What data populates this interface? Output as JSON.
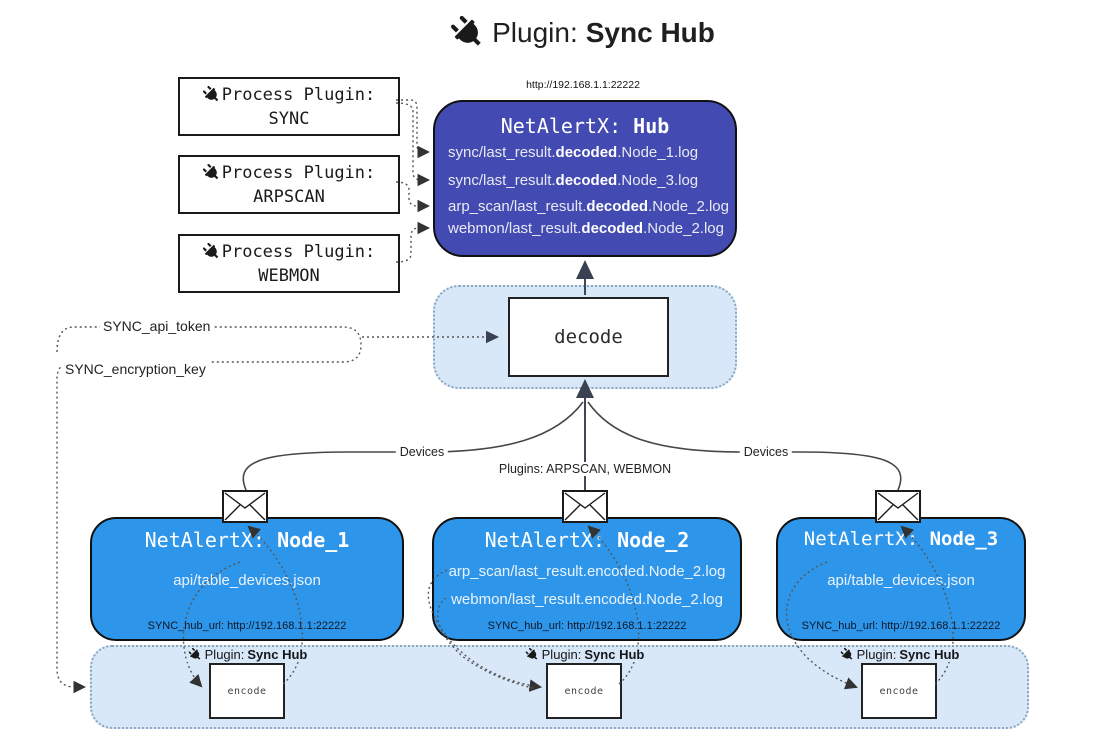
{
  "colors": {
    "hub_fill": "#434BB2",
    "node_fill": "#2E96EA",
    "panel_fill": "#D9E8F8",
    "panel_border": "#88A6C2"
  },
  "title": {
    "prefix": "Plugin:",
    "name": "Sync Hub"
  },
  "process_plugins": {
    "label": "Process Plugin:",
    "items": [
      {
        "name": "SYNC"
      },
      {
        "name": "ARPSCAN"
      },
      {
        "name": "WEBMON"
      }
    ]
  },
  "hub": {
    "url": "http://192.168.1.1:22222",
    "title_prefix": "NetAlertX: ",
    "title_name": "Hub",
    "lines": [
      {
        "pre": "sync/last_result.",
        "bold": "decoded",
        "post": ".Node_1.log"
      },
      {
        "pre": "sync/last_result.",
        "bold": "decoded",
        "post": ".Node_3.log"
      },
      {
        "pre": "arp_scan/last_result.",
        "bold": "decoded",
        "post": ".Node_2.log"
      },
      {
        "pre": "webmon/last_result.",
        "bold": "decoded",
        "post": ".Node_2.log"
      }
    ]
  },
  "decode": {
    "label": "decode"
  },
  "encode": {
    "label": "encode",
    "plugin_prefix": "Plugin: ",
    "plugin_name": "Sync Hub"
  },
  "settings": {
    "api_token": "SYNC_api_token",
    "encryption_key": "SYNC_encryption_key"
  },
  "edges": {
    "devices_left": "Devices",
    "devices_right": "Devices",
    "plugins": "Plugins: ARPSCAN, WEBMON"
  },
  "nodes": [
    {
      "title_prefix": "NetAlertX: ",
      "title_name": "Node_1",
      "lines": [
        "api/table_devices.json"
      ],
      "footer": "SYNC_hub_url: http://192.168.1.1:22222"
    },
    {
      "title_prefix": "NetAlertX: ",
      "title_name": "Node_2",
      "lines": [
        "arp_scan/last_result.encoded.Node_2.log",
        "webmon/last_result.encoded.Node_2.log"
      ],
      "footer": "SYNC_hub_url: http://192.168.1.1:22222"
    },
    {
      "title_prefix": "NetAlertX: ",
      "title_name": "Node_3",
      "lines": [
        "api/table_devices.json"
      ],
      "footer": "SYNC_hub_url: http://192.168.1.1:22222"
    }
  ]
}
